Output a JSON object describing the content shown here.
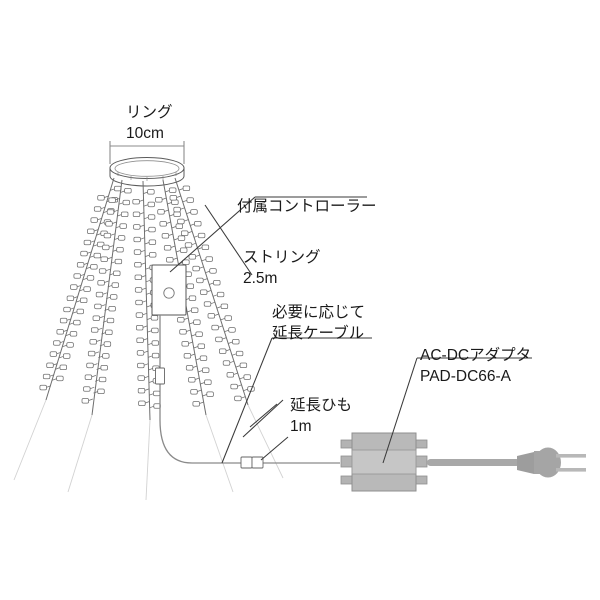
{
  "diagram": {
    "title": "LED string light set wiring diagram",
    "background_color": "#ffffff",
    "line_color": "#4d4d4d",
    "text_color": "#1a1a1a",
    "adapter_body_color": "#b3b3b3",
    "adapter_band_color": "#c4c4c4",
    "cable_color": "#a8a8a8"
  },
  "labels": {
    "ring": {
      "line1": "リング",
      "line2": "10cm"
    },
    "controller": {
      "line1": "付属コントローラー"
    },
    "string": {
      "line1": "ストリング",
      "line2": "2.5m"
    },
    "extension_cable": {
      "line1": "必要に応じて",
      "line2": "延長ケーブル"
    },
    "extension_cord": {
      "line1": "延長ひも",
      "line2": "1m"
    },
    "adapter": {
      "line1": "AC-DCアダプタ",
      "line2": "PAD-DC66-A"
    }
  },
  "components": {
    "ring_icon": "ring-ellipse",
    "controller_icon": "controller-box",
    "bulb_icon": "led-bulb",
    "connector_icon": "inline-connector",
    "adapter_icon": "ac-dc-adapter-box",
    "plug_icon": "two-prong-plug"
  },
  "dimensions": {
    "ring_width_label": "10cm",
    "string_length_label": "2.5m",
    "cord_length_label": "1m"
  }
}
